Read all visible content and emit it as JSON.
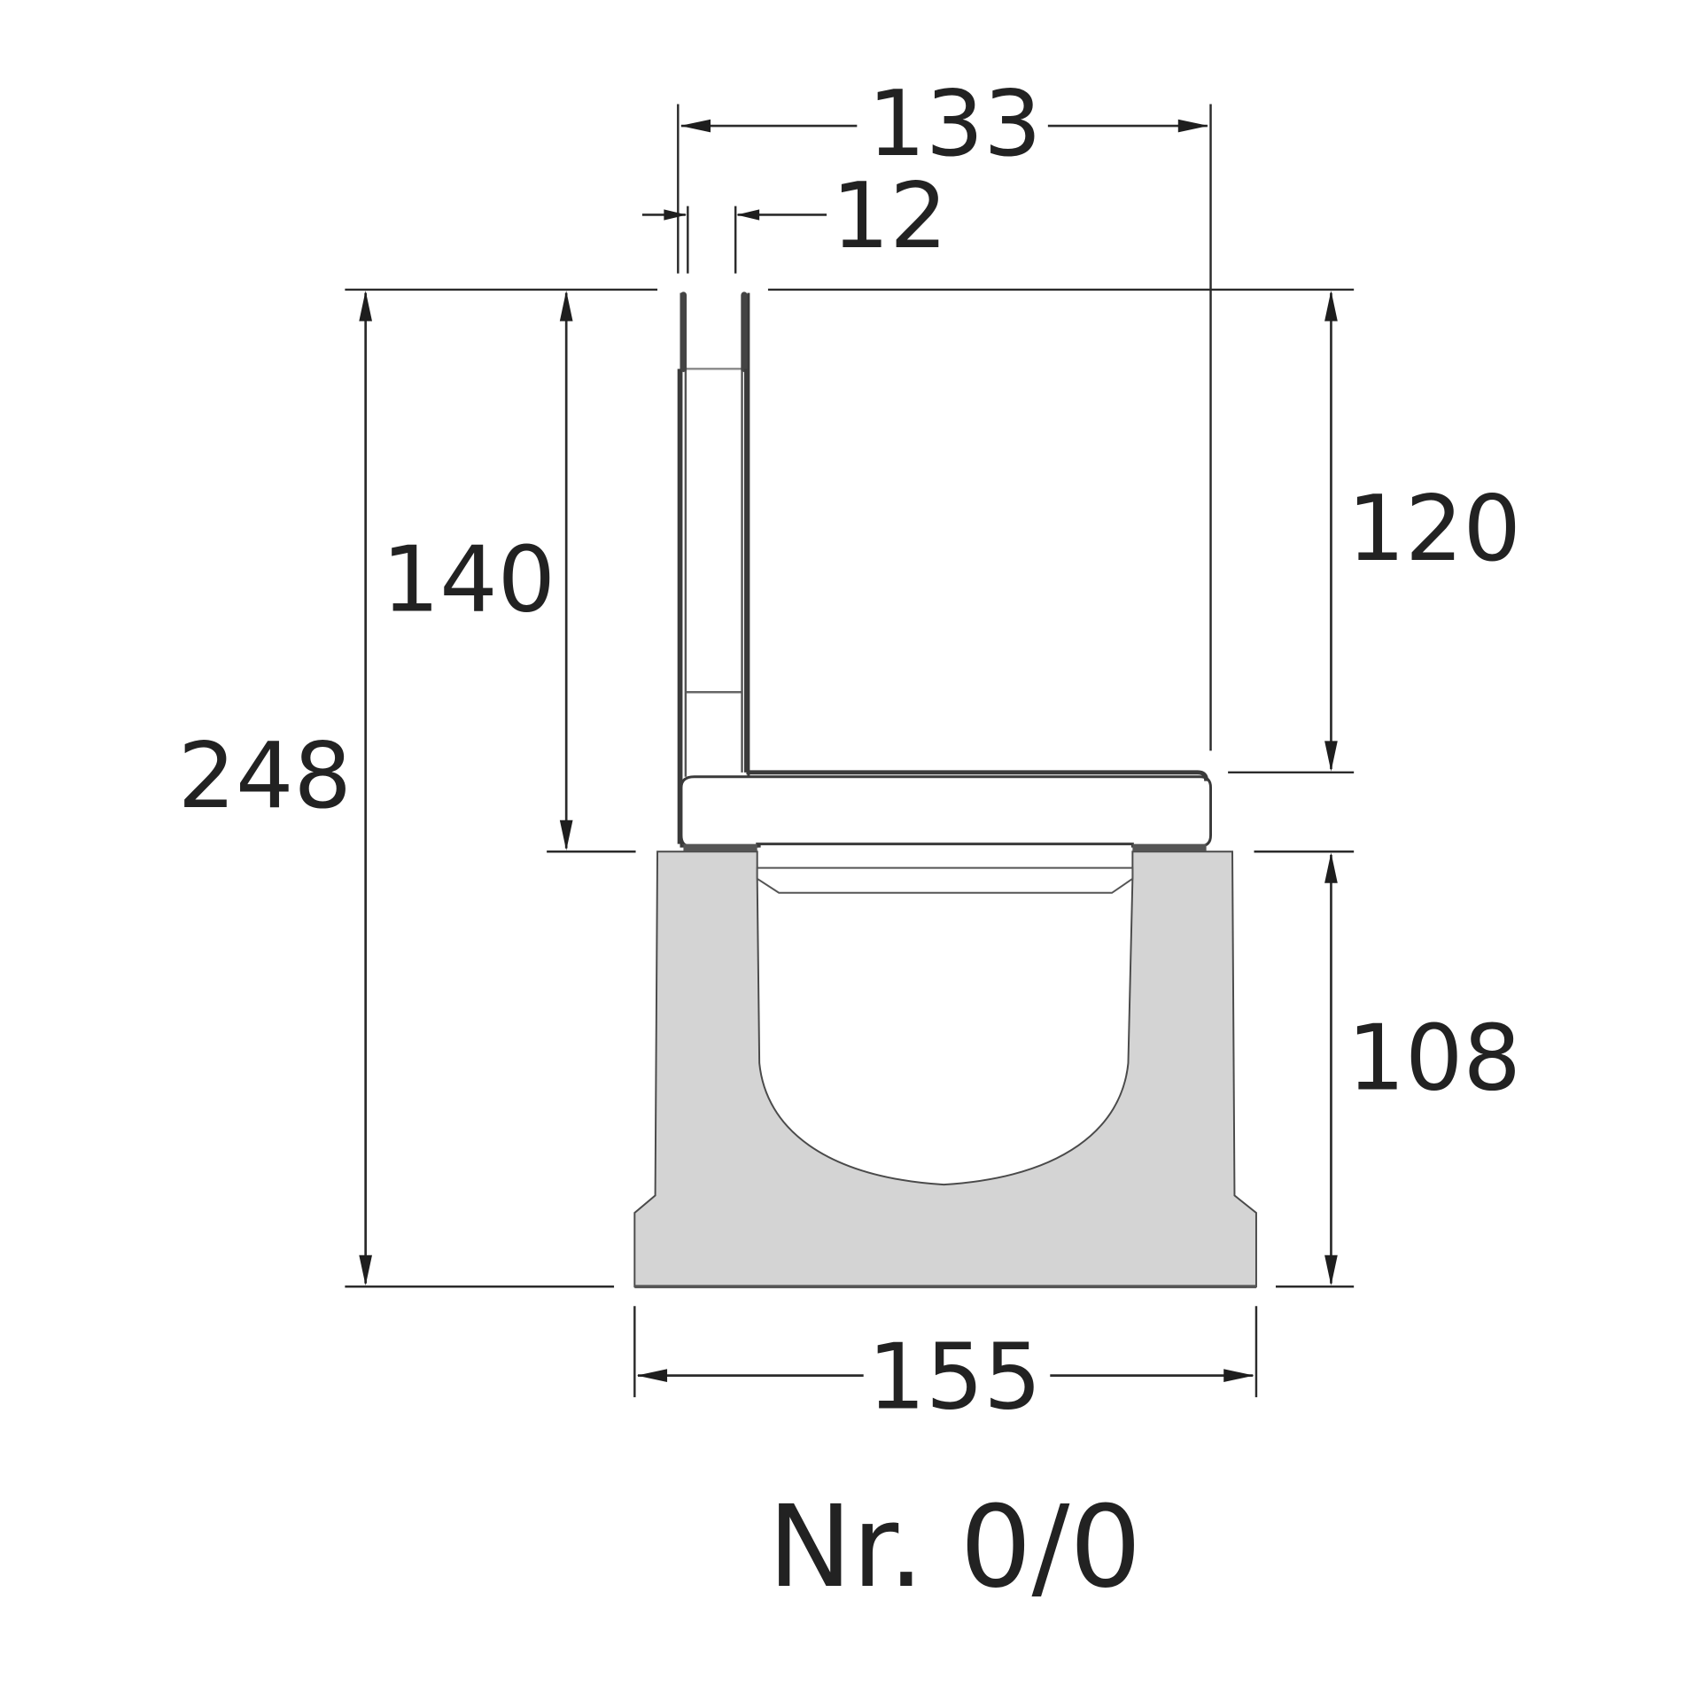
{
  "drawing": {
    "title": "Nr. 0/0",
    "colors": {
      "line": "#2b2b2b",
      "concrete_fill": "#d4d4d4",
      "background": "#ffffff"
    },
    "dimensions": {
      "top_width": "133",
      "slot_width": "12",
      "total_height": "248",
      "grate_height": "140",
      "upper_height": "120",
      "channel_height": "108",
      "bottom_width": "155"
    }
  }
}
